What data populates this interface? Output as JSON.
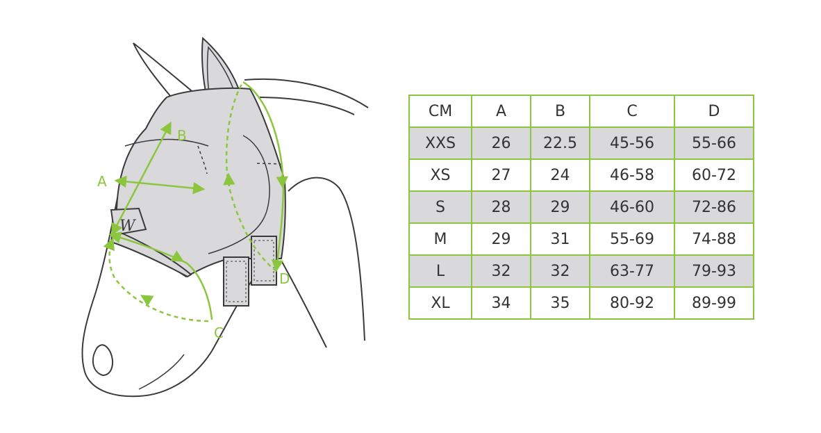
{
  "colors": {
    "accent": "#8cc63f",
    "outline": "#3a3a3a",
    "mask": "#d9d9db",
    "text": "#333333"
  },
  "diagram": {
    "labels": {
      "a": "A",
      "b": "B",
      "c": "C",
      "d": "D"
    },
    "logo_text": "W"
  },
  "table": {
    "headers": [
      "CM",
      "A",
      "B",
      "C",
      "D"
    ],
    "rows": [
      [
        "XXS",
        "26",
        "22.5",
        "45-56",
        "55-66"
      ],
      [
        "XS",
        "27",
        "24",
        "46-58",
        "60-72"
      ],
      [
        "S",
        "28",
        "29",
        "46-60",
        "72-86"
      ],
      [
        "M",
        "29",
        "31",
        "55-69",
        "74-88"
      ],
      [
        "L",
        "32",
        "32",
        "63-77",
        "79-93"
      ],
      [
        "XL",
        "34",
        "35",
        "80-92",
        "89-99"
      ]
    ],
    "shaded_rows": [
      "XXS",
      "S",
      "L"
    ]
  }
}
